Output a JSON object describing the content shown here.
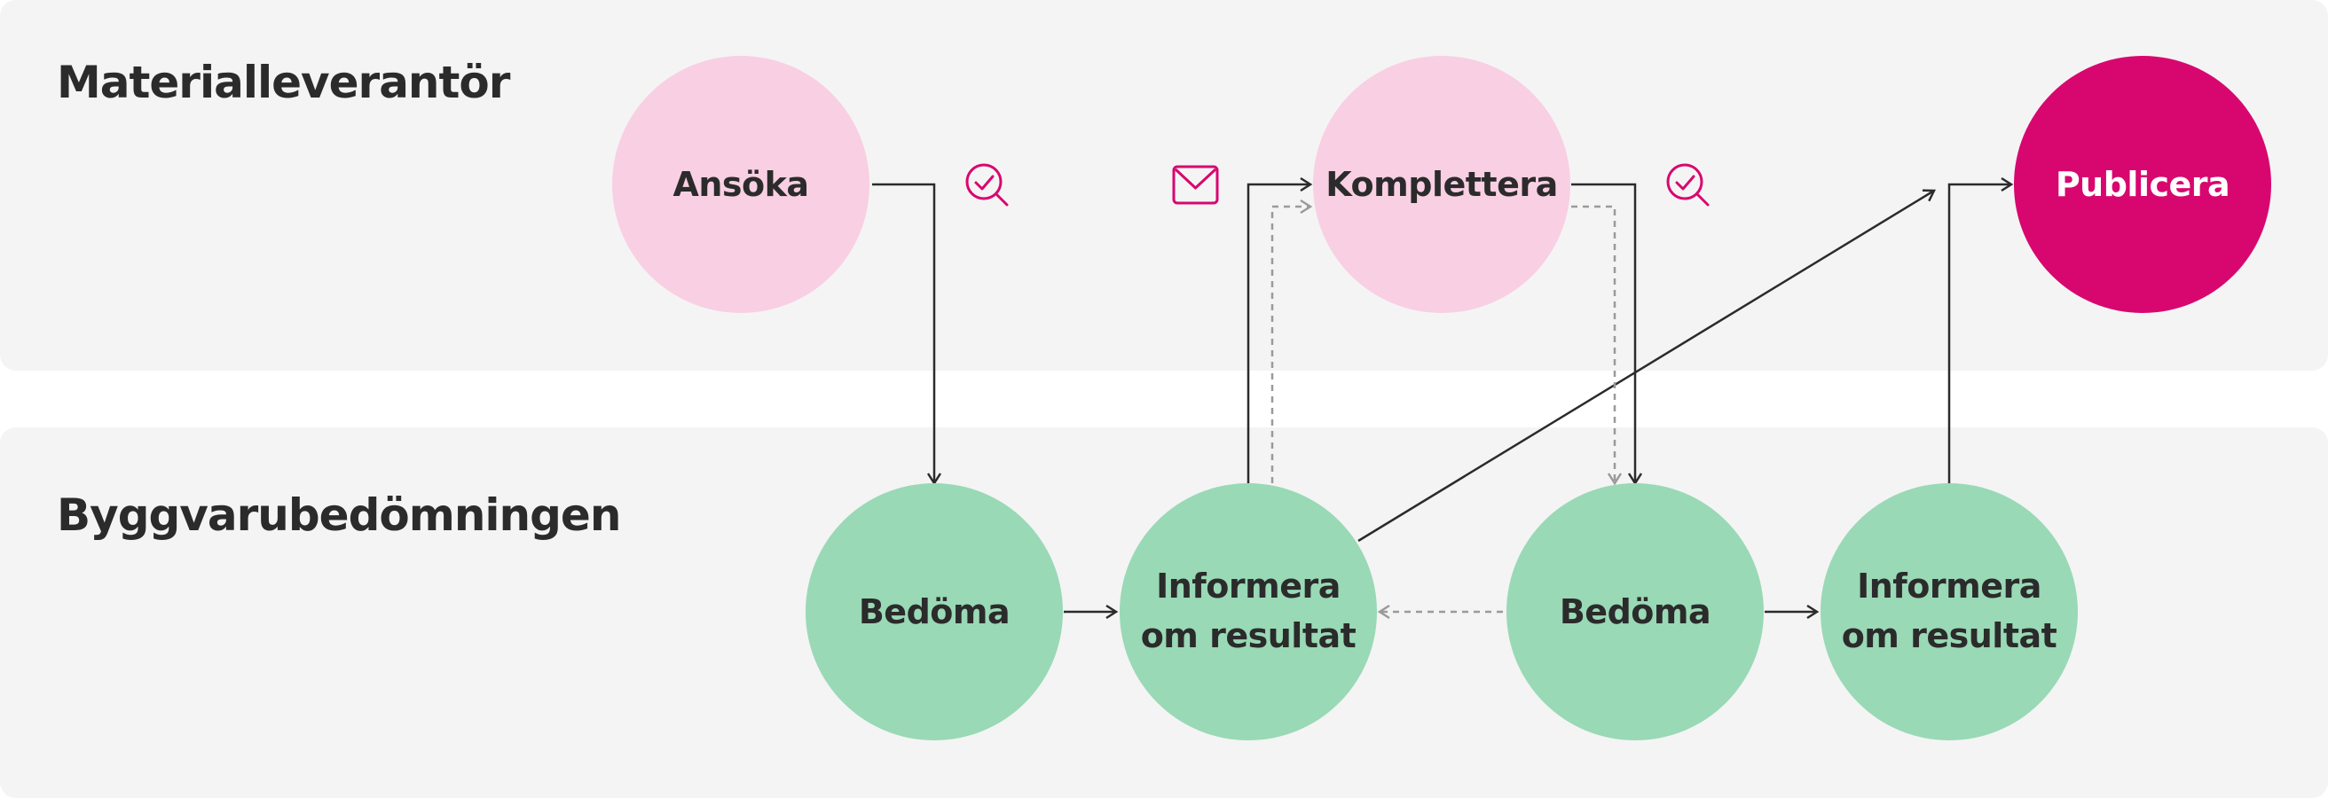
{
  "lanes": {
    "supplier": "Materialleverantör",
    "assessment": "Byggvarubedömningen"
  },
  "nodes": {
    "apply": "Ansöka",
    "complete": "Komplettera",
    "publish": "Publicera",
    "assess_1": "Bedöma",
    "inform_1_line1": "Informera",
    "inform_1_line2": "om resultat",
    "assess_2": "Bedöma",
    "inform_2_line1": "Informera",
    "inform_2_line2": "om resultat"
  },
  "colors": {
    "supplier_node": "#f9cfe3",
    "publish_node": "#d8076f",
    "assessment_node": "#99d9b6",
    "icon": "#d8076f",
    "arrow": "#2b2b2b",
    "dashed_arrow": "#9a9a9a",
    "lane_background": "#f4f4f4"
  },
  "icons": [
    "search-check-icon",
    "envelope-icon",
    "search-check-icon"
  ]
}
